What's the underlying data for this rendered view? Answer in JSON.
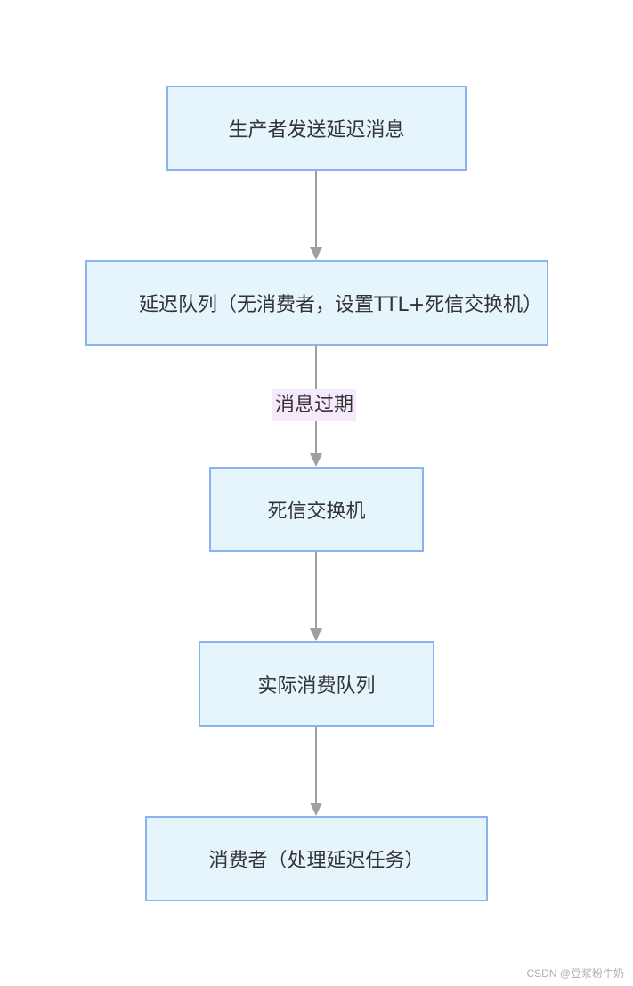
{
  "diagram": {
    "nodes": [
      {
        "id": "producer",
        "label": "生产者发送延迟消息"
      },
      {
        "id": "delay-queue",
        "label": "延迟队列（无消费者，设置TTL+死信交换机）"
      },
      {
        "id": "dlx",
        "label": "死信交换机"
      },
      {
        "id": "real-queue",
        "label": "实际消费队列"
      },
      {
        "id": "consumer",
        "label": "消费者（处理延迟任务）"
      }
    ],
    "edges": [
      {
        "from": "producer",
        "to": "delay-queue",
        "label": ""
      },
      {
        "from": "delay-queue",
        "to": "dlx",
        "label": "消息过期"
      },
      {
        "from": "dlx",
        "to": "real-queue",
        "label": ""
      },
      {
        "from": "real-queue",
        "to": "consumer",
        "label": ""
      }
    ]
  },
  "watermark": "CSDN @豆浆粉牛奶",
  "colors": {
    "node_fill": "#e6f4fc",
    "node_border": "#8ab4f0",
    "edge_line": "#a0a0a0",
    "edge_label_bg": "#f5e9fb",
    "text": "#333333"
  }
}
